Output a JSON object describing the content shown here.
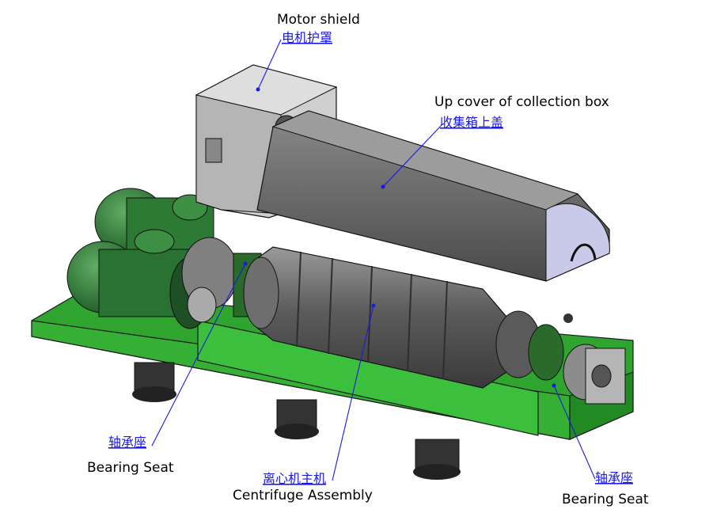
{
  "labels": {
    "motor_shield": {
      "en": "Motor shield",
      "cn": "电机护罩"
    },
    "collection_cover": {
      "en": "Up cover of collection box",
      "cn": "收集箱上盖"
    },
    "bearing_seat_left": {
      "en": "Bearing Seat",
      "cn": "轴承座"
    },
    "centrifuge_assembly": {
      "en": "Centrifuge Assembly",
      "cn": "离心机主机"
    },
    "bearing_seat_right": {
      "en": "Bearing Seat",
      "cn": "轴承座"
    }
  },
  "colors": {
    "frame_green": "#2fa52f",
    "motor_green": "#2f7f3a",
    "housing_gray": "#6e6e6e",
    "shield_gray": "#b9b9b9",
    "leader_blue": "#1a1ae6"
  }
}
